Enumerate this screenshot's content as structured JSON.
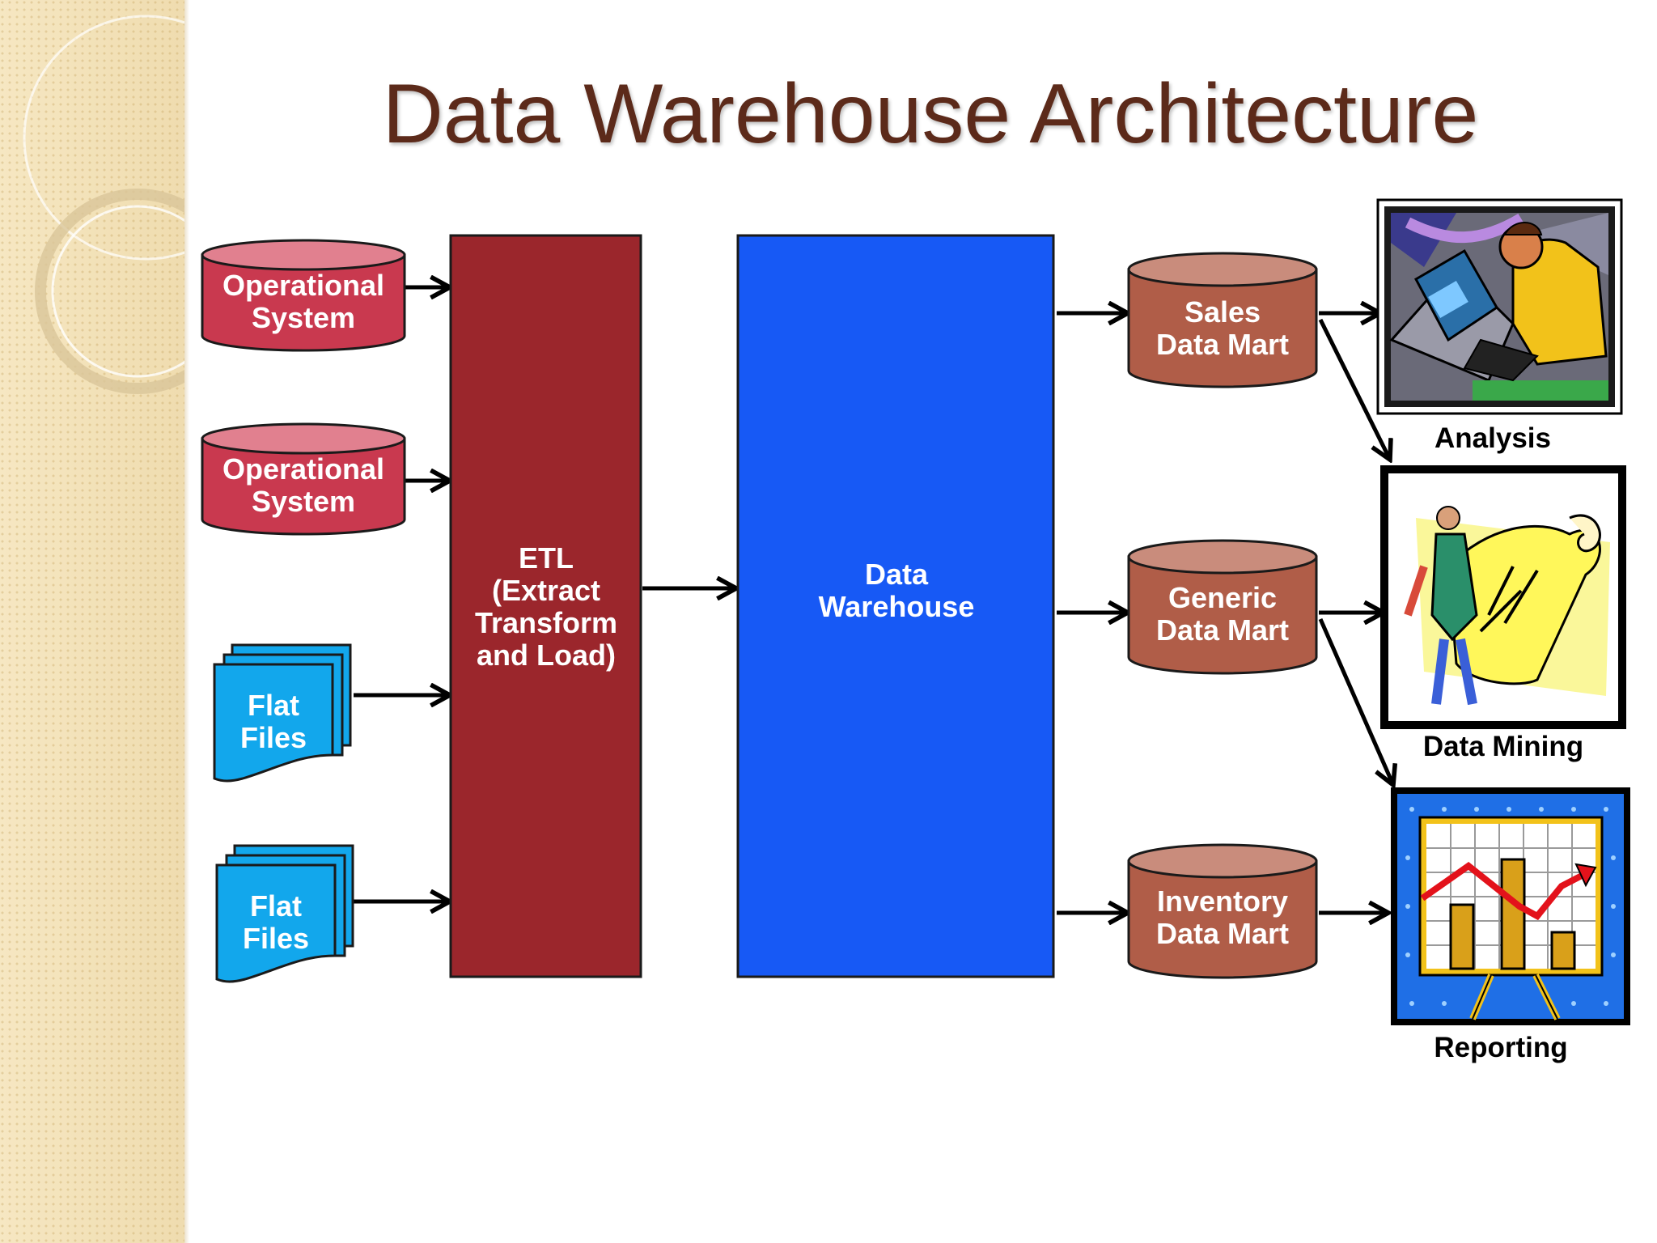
{
  "title": "Data Warehouse Architecture",
  "sources": {
    "op1": [
      "Operational",
      "System"
    ],
    "op2": [
      "Operational",
      "System"
    ],
    "ff1": [
      "Flat",
      "Files"
    ],
    "ff2": [
      "Flat",
      "Files"
    ]
  },
  "etl": [
    "ETL",
    "(Extract",
    "Transform",
    "and Load)"
  ],
  "warehouse": [
    "Data",
    "Warehouse"
  ],
  "marts": {
    "sales": [
      "Sales",
      "Data Mart"
    ],
    "generic": [
      "Generic",
      "Data Mart"
    ],
    "inventory": [
      "Inventory",
      "Data Mart"
    ]
  },
  "outputs": {
    "analysis": "Analysis",
    "mining": "Data Mining",
    "reporting": "Reporting"
  },
  "colors": {
    "operational": "#c9394f",
    "etl": "#9b262c",
    "warehouse": "#1759f5",
    "mart": "#b05d48",
    "flat_files": "#12a7ec",
    "title": "#5c2a1a"
  }
}
